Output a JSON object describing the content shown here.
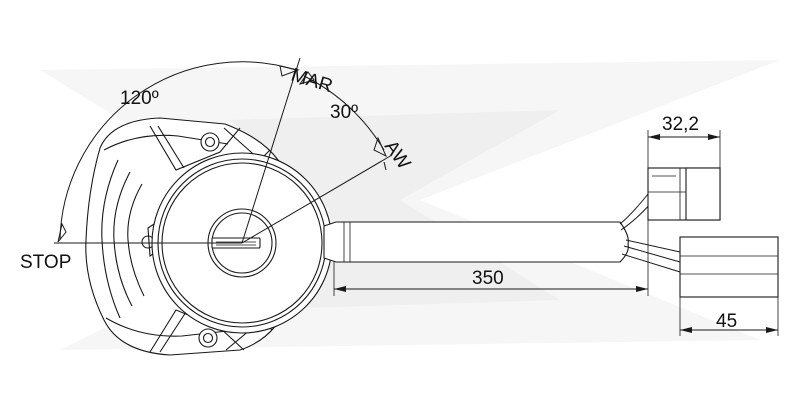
{
  "labels": {
    "stop": "STOP",
    "mar": "MAR",
    "aw": "AW",
    "angle_large": "120º",
    "angle_small": "30º"
  },
  "dimensions": {
    "cable_length": "350",
    "connector_small_width": "32,2",
    "connector_large_width": "45"
  },
  "colors": {
    "stroke": "#1a1a1a",
    "background": "#ffffff",
    "watermark": "#eeeeee"
  }
}
